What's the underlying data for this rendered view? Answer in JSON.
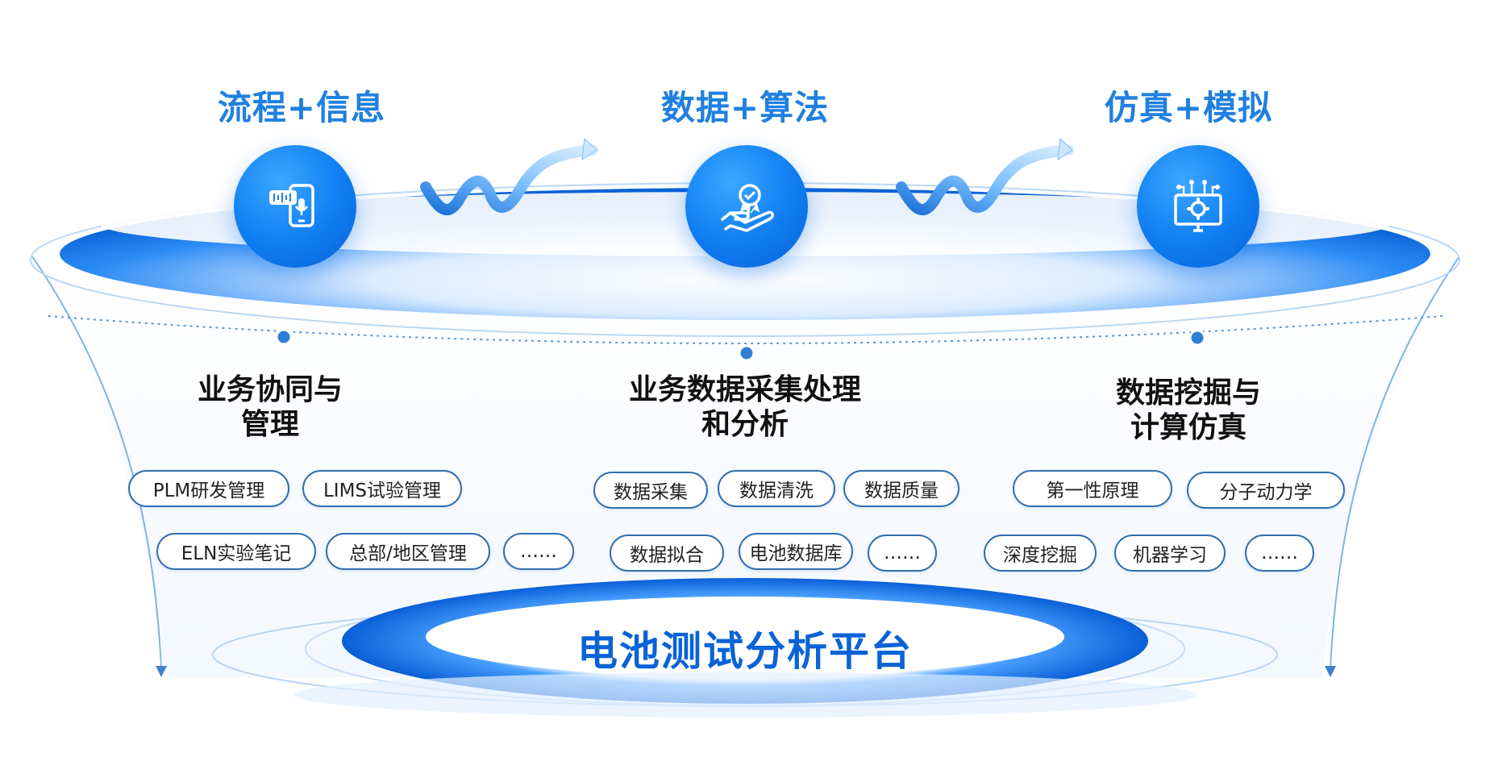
{
  "stages": [
    {
      "title": "流程+信息",
      "icon": "smartphone-voice-icon",
      "color": "#1f80e0"
    },
    {
      "title": "数据+算法",
      "icon": "hand-award-icon",
      "color": "#1f80e0"
    },
    {
      "title": "仿真+模拟",
      "icon": "monitor-gear-icon",
      "color": "#1f80e0"
    }
  ],
  "columns": [
    {
      "title_lines": [
        "业务协同与",
        "管理"
      ],
      "row1": [
        "PLM研发管理",
        "LIMS试验管理"
      ],
      "row2": [
        "ELN实验笔记",
        "总部/地区管理",
        "……"
      ]
    },
    {
      "title_lines": [
        "业务数据采集处理",
        "和分析"
      ],
      "row1": [
        "数据采集",
        "数据清洗",
        "数据质量"
      ],
      "row2": [
        "数据拟合",
        "电池数据库",
        "……"
      ]
    },
    {
      "title_lines": [
        "数据挖掘与",
        "计算仿真"
      ],
      "row1": [
        "第一性原理",
        "分子动力学"
      ],
      "row2": [
        "深度挖掘",
        "机器学习",
        "……"
      ]
    }
  ],
  "platform": {
    "title": "电池测试分析平台"
  },
  "colors": {
    "primary": "#0f7cf2",
    "dark_blue": "#0a63d6",
    "pill_border": "#2f6fb0"
  }
}
